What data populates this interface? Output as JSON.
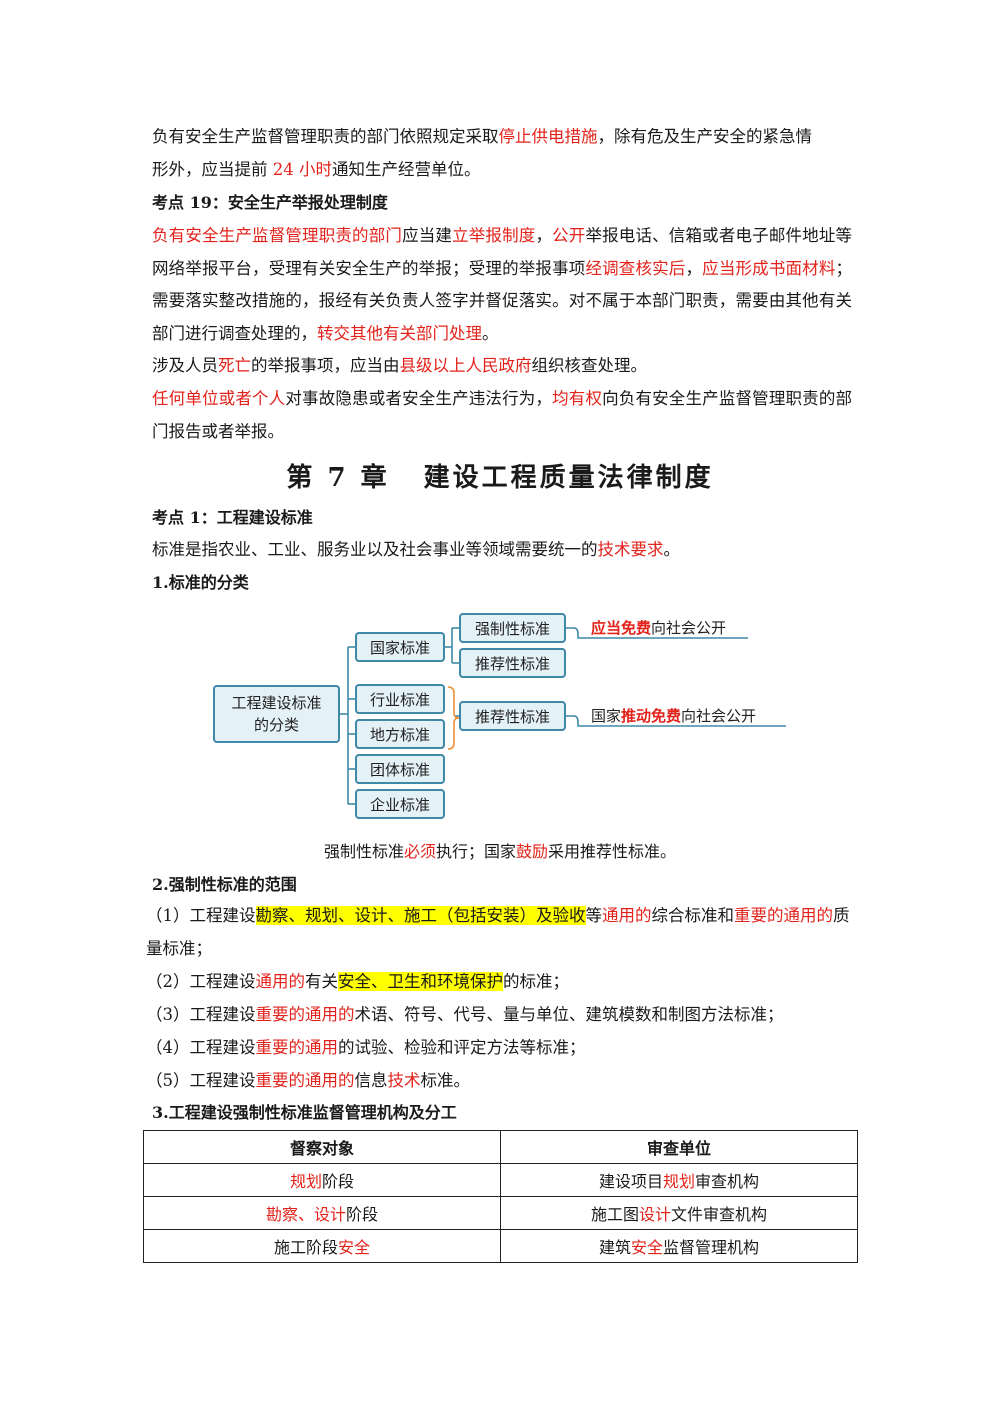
{
  "intro": {
    "line1": [
      {
        "t": "负有安全生产监督管理职责的部门依照规定采取"
      },
      {
        "t": "停止供电措施",
        "c": "red"
      },
      {
        "t": "，除有危及生产安全的紧急情"
      }
    ],
    "line2": [
      {
        "t": "形外，应当提前 "
      },
      {
        "t": "24 小时",
        "c": "red"
      },
      {
        "t": "通知生产经营单位。"
      }
    ]
  },
  "kp19": {
    "title": "考点 19：安全生产举报处理制度",
    "p1": [
      {
        "t": "负有安全生产监督管理职责的部门",
        "c": "red"
      },
      {
        "t": "应当建"
      },
      {
        "t": "立举报制度",
        "c": "red"
      },
      {
        "t": "，"
      },
      {
        "t": "公开",
        "c": "red"
      },
      {
        "t": "举报电话、信箱或者电子邮件地址等网络举报平台，受理有关安全生产的举报；受理的举报事项"
      },
      {
        "t": "经调查核实后",
        "c": "red"
      },
      {
        "t": "，"
      },
      {
        "t": "应当形成书面材料",
        "c": "red"
      },
      {
        "t": "；需要落实整改措施的，报经有关负责人签字并督促落实。对不属于本部门职责，需要由其他有关部门进行调查处理的，"
      },
      {
        "t": "转交其他有关部门处理",
        "c": "red"
      },
      {
        "t": "。"
      }
    ],
    "p2": [
      {
        "t": "涉及人员"
      },
      {
        "t": "死亡",
        "c": "red"
      },
      {
        "t": "的举报事项，应当由"
      },
      {
        "t": "县级以上人民政府",
        "c": "red"
      },
      {
        "t": "组织核查处理。"
      }
    ],
    "p3": [
      {
        "t": "任何单位或者个人",
        "c": "red"
      },
      {
        "t": "对事故隐患或者安全生产违法行为，"
      },
      {
        "t": "均有权",
        "c": "red"
      },
      {
        "t": "向负有安全生产监督管理职责的部门报告或者举报。"
      }
    ]
  },
  "chapter": {
    "number": "第 7 章",
    "title": "建设工程质量法律制度"
  },
  "kp1": {
    "title": "考点 1：工程建设标准",
    "p1": [
      {
        "t": "标准是指农业、工业、服务业以及社会事业等领域需要统一的"
      },
      {
        "t": "技术要求",
        "c": "red"
      },
      {
        "t": "。"
      }
    ],
    "sub1": "1.标准的分类"
  },
  "diagram": {
    "root": "工程建设标准的分类",
    "national": "国家标准",
    "industry": "行业标准",
    "local": "地方标准",
    "group": "团体标准",
    "enterprise": "企业标准",
    "mandatory": "强制性标准",
    "recommended1": "推荐性标准",
    "recommended2": "推荐性标准",
    "note1": [
      {
        "t": "应当免费",
        "c": "red"
      },
      {
        "t": "向社会公开"
      }
    ],
    "note2": [
      {
        "t": "国家"
      },
      {
        "t": "推动免费",
        "c": "red"
      },
      {
        "t": "向社会公开"
      }
    ],
    "line_color": "#3f88a8",
    "brace_color": "#e8923a"
  },
  "caption": [
    {
      "t": "强制性标准"
    },
    {
      "t": "必须",
      "c": "red"
    },
    {
      "t": "执行；国家"
    },
    {
      "t": "鼓励",
      "c": "red"
    },
    {
      "t": "采用推荐性标准。"
    }
  ],
  "scope": {
    "title": "2.强制性标准的范围",
    "item1": [
      {
        "t": "（1）工程建设"
      },
      {
        "t": "勘察、规划、设计、施工（包括安装）及验收",
        "c": "hl"
      },
      {
        "t": "等"
      },
      {
        "t": "通用的",
        "c": "red"
      },
      {
        "t": "综合标准和"
      },
      {
        "t": "重要的通用的",
        "c": "red"
      },
      {
        "t": "质量标准；"
      }
    ],
    "item2": [
      {
        "t": "（2）工程建设"
      },
      {
        "t": "通用的",
        "c": "red"
      },
      {
        "t": "有关"
      },
      {
        "t": "安全、卫生和环境保护",
        "c": "hl"
      },
      {
        "t": "的标准；"
      }
    ],
    "item3": [
      {
        "t": "（3）工程建设"
      },
      {
        "t": "重要的通用的",
        "c": "red"
      },
      {
        "t": "术语、符号、代号、量与单位、建筑模数和制图方法标准；"
      }
    ],
    "item4": [
      {
        "t": "（4）工程建设"
      },
      {
        "t": "重要的通用",
        "c": "red"
      },
      {
        "t": "的试验、检验和评定方法等标准；"
      }
    ],
    "item5": [
      {
        "t": "（5）工程建设"
      },
      {
        "t": "重要的通用的",
        "c": "red"
      },
      {
        "t": "信息"
      },
      {
        "t": "技术",
        "c": "red"
      },
      {
        "t": "标准。"
      }
    ]
  },
  "supervision": {
    "title": "3.工程建设强制性标准监督管理机构及分工",
    "headers": [
      "督察对象",
      "审查单位"
    ],
    "rows": [
      [
        [
          {
            "t": "规划",
            "c": "red"
          },
          {
            "t": "阶段"
          }
        ],
        [
          {
            "t": "建设项目"
          },
          {
            "t": "规划",
            "c": "red"
          },
          {
            "t": "审查机构"
          }
        ]
      ],
      [
        [
          {
            "t": "勘察、设计",
            "c": "red"
          },
          {
            "t": "阶段"
          }
        ],
        [
          {
            "t": "施工图"
          },
          {
            "t": "设计",
            "c": "red"
          },
          {
            "t": "文件审查机构"
          }
        ]
      ],
      [
        [
          {
            "t": "施工阶段"
          },
          {
            "t": "安全",
            "c": "red"
          }
        ],
        [
          {
            "t": "建筑"
          },
          {
            "t": "安全",
            "c": "red"
          },
          {
            "t": "监督管理机构"
          }
        ]
      ]
    ]
  }
}
